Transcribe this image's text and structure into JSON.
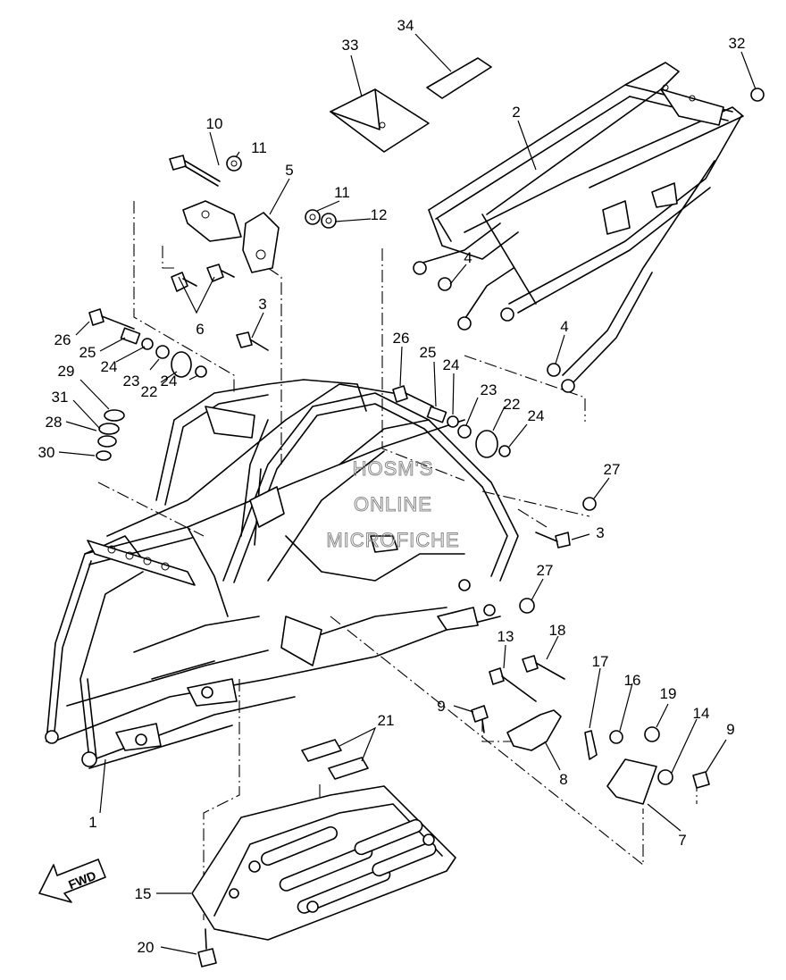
{
  "diagram": {
    "callouts": [
      {
        "id": "1",
        "text": "1"
      },
      {
        "id": "2",
        "text": "2"
      },
      {
        "id": "3a",
        "text": "3"
      },
      {
        "id": "3b",
        "text": "3"
      },
      {
        "id": "4a",
        "text": "4"
      },
      {
        "id": "4b",
        "text": "4"
      },
      {
        "id": "5",
        "text": "5"
      },
      {
        "id": "6",
        "text": "6"
      },
      {
        "id": "7",
        "text": "7"
      },
      {
        "id": "8",
        "text": "8"
      },
      {
        "id": "9a",
        "text": "9"
      },
      {
        "id": "9b",
        "text": "9"
      },
      {
        "id": "10",
        "text": "10"
      },
      {
        "id": "11a",
        "text": "11"
      },
      {
        "id": "11b",
        "text": "11"
      },
      {
        "id": "12",
        "text": "12"
      },
      {
        "id": "13",
        "text": "13"
      },
      {
        "id": "14",
        "text": "14"
      },
      {
        "id": "15",
        "text": "15"
      },
      {
        "id": "16",
        "text": "16"
      },
      {
        "id": "17",
        "text": "17"
      },
      {
        "id": "18",
        "text": "18"
      },
      {
        "id": "19",
        "text": "19"
      },
      {
        "id": "20",
        "text": "20"
      },
      {
        "id": "21",
        "text": "21"
      },
      {
        "id": "22a",
        "text": "22"
      },
      {
        "id": "22b",
        "text": "22"
      },
      {
        "id": "23a",
        "text": "23"
      },
      {
        "id": "23b",
        "text": "23"
      },
      {
        "id": "24a",
        "text": "24"
      },
      {
        "id": "24b",
        "text": "24"
      },
      {
        "id": "24c",
        "text": "24"
      },
      {
        "id": "24d",
        "text": "24"
      },
      {
        "id": "25a",
        "text": "25"
      },
      {
        "id": "25b",
        "text": "25"
      },
      {
        "id": "26a",
        "text": "26"
      },
      {
        "id": "26b",
        "text": "26"
      },
      {
        "id": "27a",
        "text": "27"
      },
      {
        "id": "27b",
        "text": "27"
      },
      {
        "id": "28",
        "text": "28"
      },
      {
        "id": "29",
        "text": "29"
      },
      {
        "id": "30",
        "text": "30"
      },
      {
        "id": "31",
        "text": "31"
      },
      {
        "id": "32",
        "text": "32"
      },
      {
        "id": "33",
        "text": "33"
      },
      {
        "id": "34",
        "text": "34"
      }
    ],
    "watermark": [
      "HOSM'S",
      "ONLINE",
      "MICROFICHE"
    ],
    "fwd_label": "FWD"
  }
}
